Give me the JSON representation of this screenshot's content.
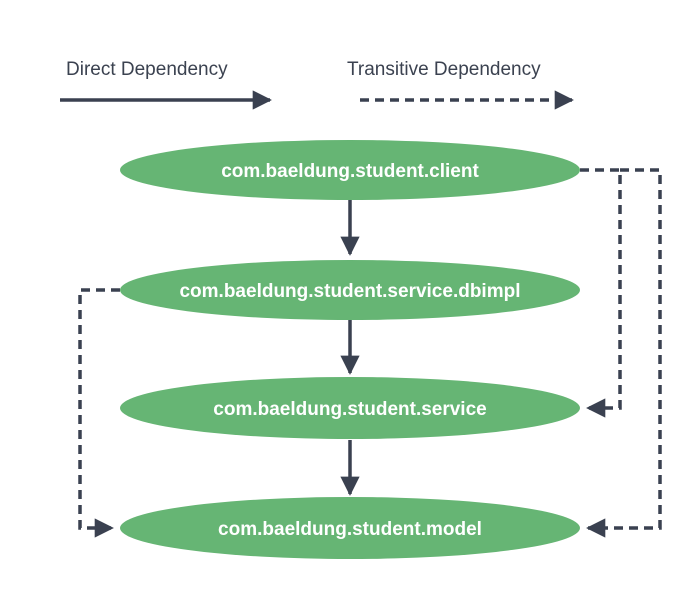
{
  "legend": {
    "direct_label": "Direct Dependency",
    "transitive_label": "Transitive Dependency"
  },
  "nodes": {
    "client": "com.baeldung.student.client",
    "dbimpl": "com.baeldung.student.service.dbimpl",
    "service": "com.baeldung.student.service",
    "model": "com.baeldung.student.model"
  },
  "edges": [
    {
      "from": "client",
      "to": "dbimpl",
      "kind": "direct"
    },
    {
      "from": "dbimpl",
      "to": "service",
      "kind": "direct"
    },
    {
      "from": "service",
      "to": "model",
      "kind": "direct"
    },
    {
      "from": "client",
      "to": "service",
      "kind": "transitive"
    },
    {
      "from": "client",
      "to": "model",
      "kind": "transitive"
    },
    {
      "from": "dbimpl",
      "to": "model",
      "kind": "transitive"
    }
  ],
  "colors": {
    "node_fill": "#66b574",
    "node_text": "#ffffff",
    "edge": "#3a4150",
    "legend_text": "#3b4250"
  }
}
